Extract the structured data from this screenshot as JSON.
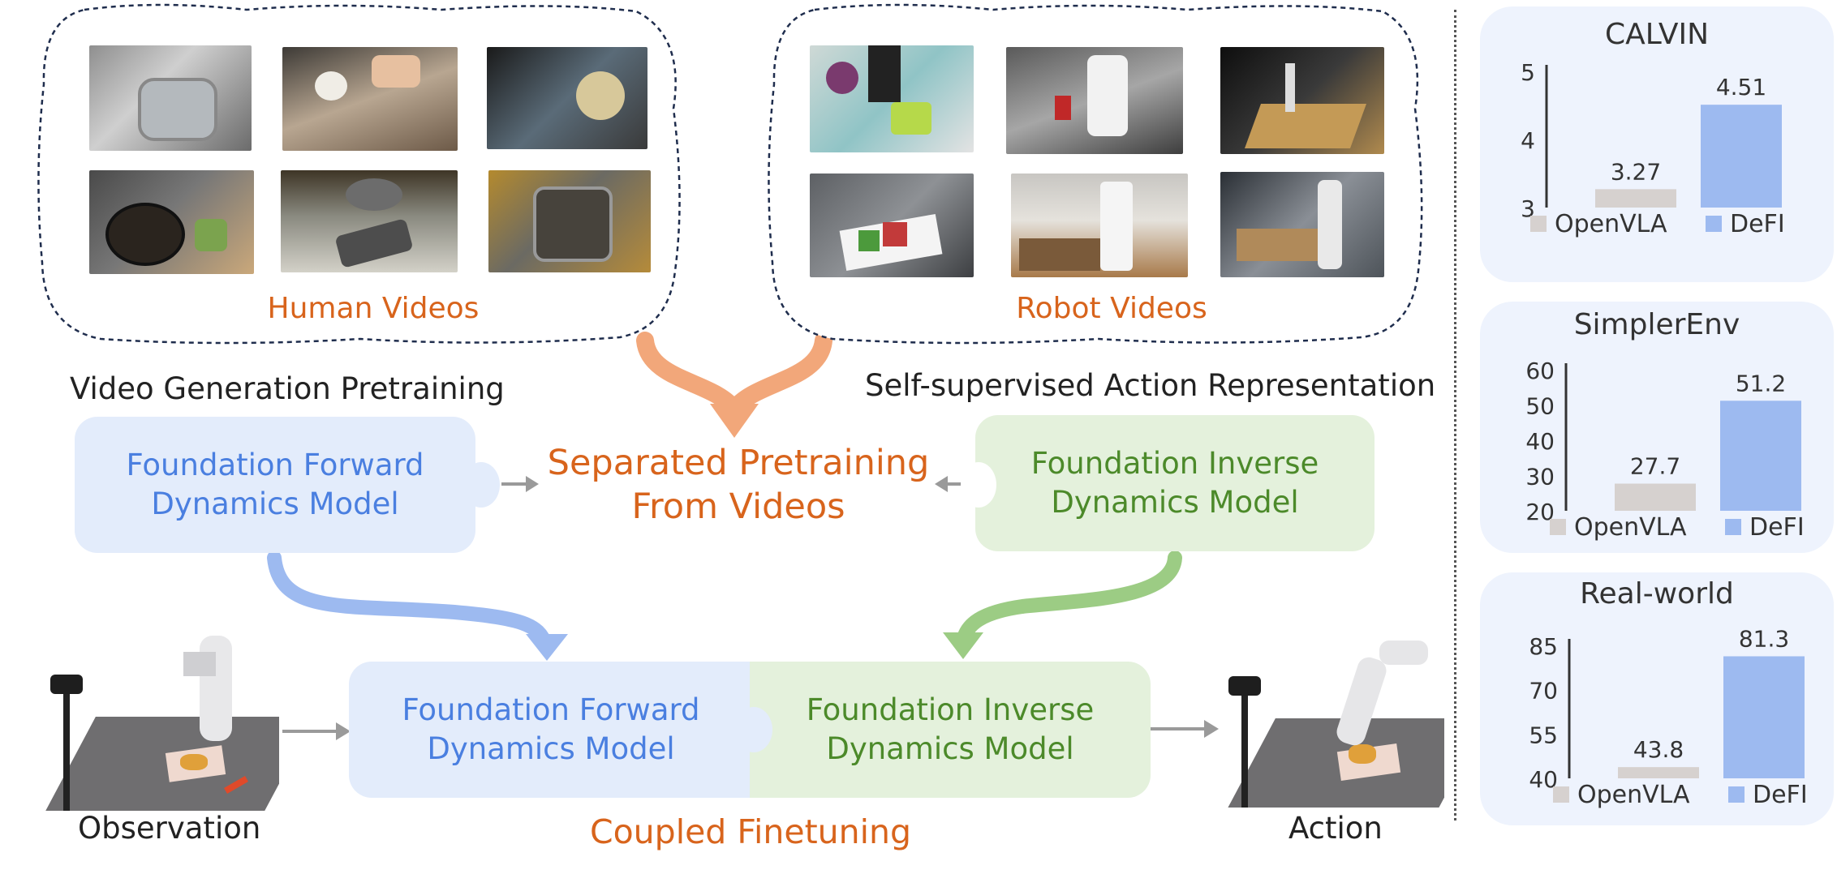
{
  "clouds": {
    "human_label": "Human Videos",
    "robot_label": "Robot Videos"
  },
  "left_caption": "Video Generation Pretraining",
  "right_caption": "Self-supervised Action Representation",
  "boxes": {
    "forward_top": {
      "line1": "Foundation Forward",
      "line2": "Dynamics Model"
    },
    "inverse_top": {
      "line1": "Foundation Inverse",
      "line2": "Dynamics Model"
    },
    "forward_bottom": {
      "line1": "Foundation Forward",
      "line2": "Dynamics Model"
    },
    "inverse_bottom": {
      "line1": "Foundation Inverse",
      "line2": "Dynamics Model"
    }
  },
  "center": {
    "line1": "Separated Pretraining",
    "line2": "From Videos"
  },
  "coupled": "Coupled Finetuning",
  "observation": "Observation",
  "action": "Action",
  "colors": {
    "orange": "#d8641c",
    "blue_box": "#e3ecfb",
    "green_box": "#e4f1dc",
    "bar_openvla": "#d6d1cf",
    "bar_defi": "#9dbaf0"
  },
  "chart_data": [
    {
      "type": "bar",
      "title": "CALVIN",
      "categories": [
        "OpenVLA",
        "DeFI"
      ],
      "values": [
        3.27,
        4.51
      ],
      "value_labels": [
        "3.27",
        "4.51"
      ],
      "yticks": [
        "5",
        "4",
        "3"
      ],
      "ylim": [
        3,
        5
      ],
      "legend": [
        {
          "name": "OpenVLA"
        },
        {
          "name": "DeFI"
        }
      ]
    },
    {
      "type": "bar",
      "title": "SimplerEnv",
      "categories": [
        "OpenVLA",
        "DeFI"
      ],
      "values": [
        27.7,
        51.2
      ],
      "value_labels": [
        "27.7",
        "51.2"
      ],
      "yticks": [
        "60",
        "50",
        "40",
        "30",
        "20"
      ],
      "ylim": [
        20,
        60
      ],
      "legend": [
        {
          "name": "OpenVLA"
        },
        {
          "name": "DeFI"
        }
      ]
    },
    {
      "type": "bar",
      "title": "Real-world",
      "categories": [
        "OpenVLA",
        "DeFI"
      ],
      "values": [
        43.8,
        81.3
      ],
      "value_labels": [
        "43.8",
        "81.3"
      ],
      "yticks": [
        "85",
        "70",
        "55",
        "40"
      ],
      "ylim": [
        40,
        85
      ],
      "legend": [
        {
          "name": "OpenVLA"
        },
        {
          "name": "DeFI"
        }
      ]
    }
  ]
}
